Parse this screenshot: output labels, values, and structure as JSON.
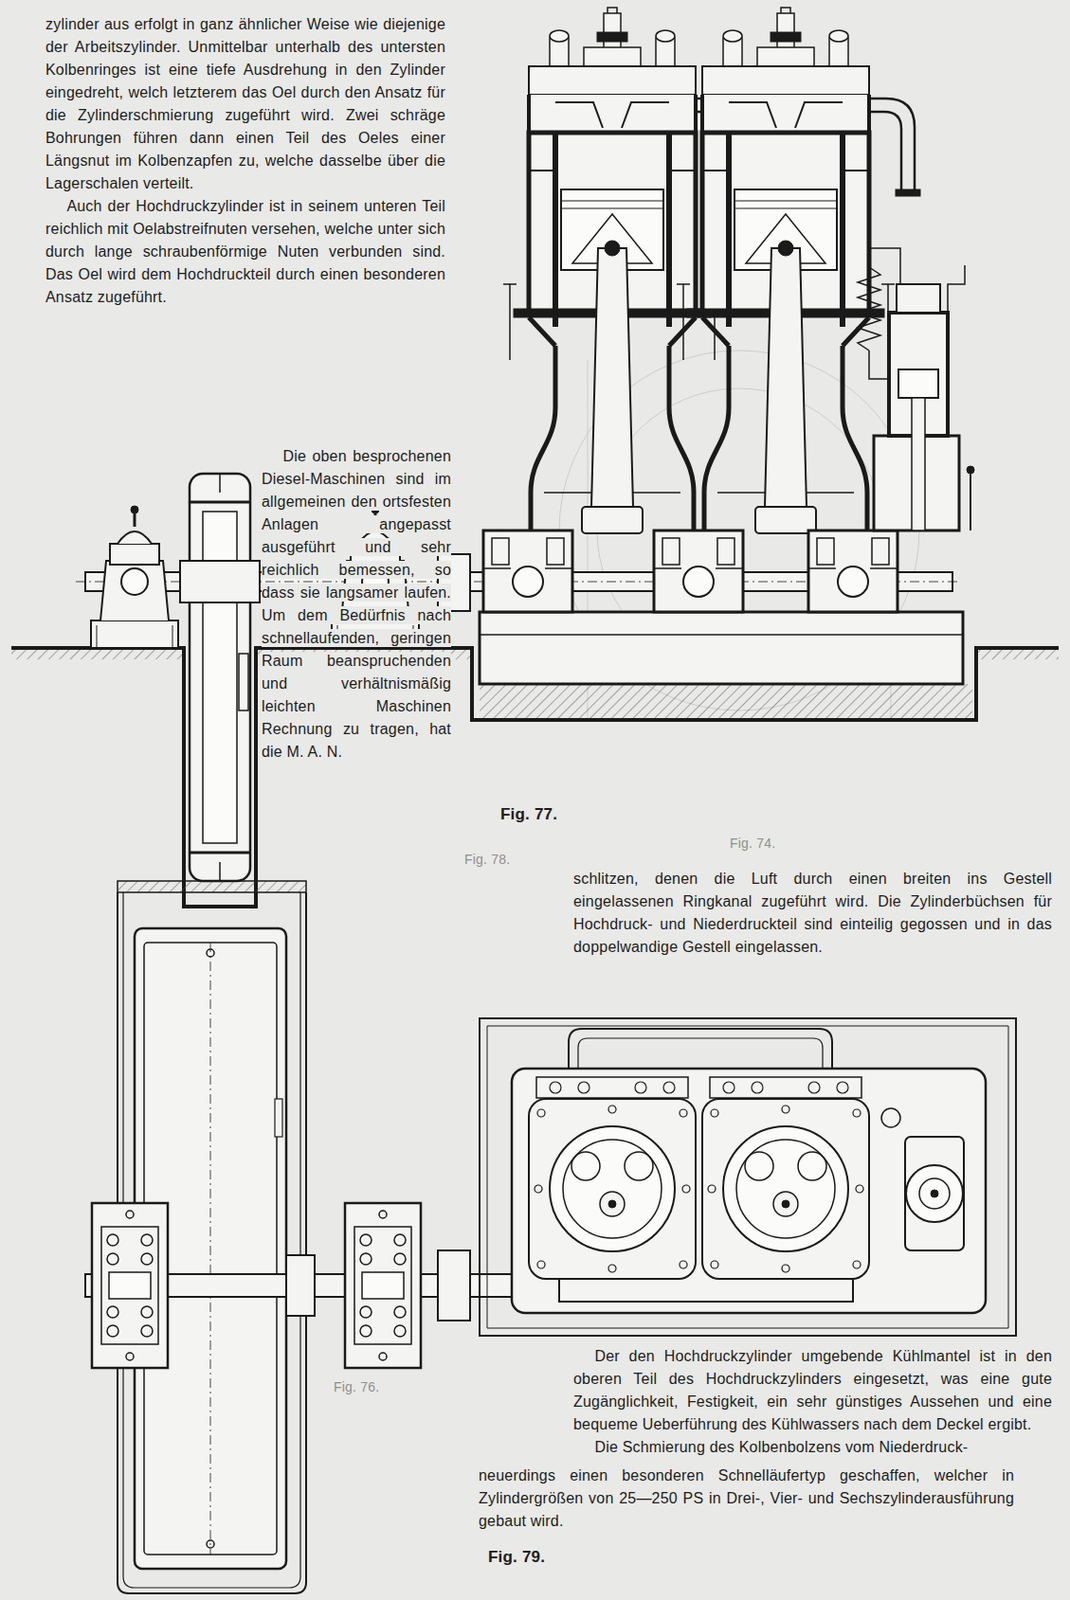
{
  "diagram": {
    "labels": [
      "zylinder aus erfolgt in ganz ähnlicher Weise wie diejenige der Arbeitszylinder. Unmittelbar unterhalb des untersten Kolbenringes ist eine tiefe Ausdrehung in den Zylinder eingedreht, welch letzterem das Oel durch den Ansatz für die Zylinderschmierung zugeführt wird. Zwei schräge Bohrungen führen dann einen Teil des Oeles einer Längsnut im Kolbenzapfen zu, welche dasselbe über die Lagerschalen verteilt.",
      "Auch der Hochdruckzylinder ist in seinem unteren Teil reichlich mit Oelabstreifnuten versehen, welche unter sich durch lange schraubenförmige Nuten verbunden sind. Das Oel wird dem Hochdruckteil durch einen besonderen Ansatz zugeführt.",
      "Die oben besprochenen Diesel-Maschinen sind im allgemeinen den ortsfesten Anlagen angepasst ausgeführt und sehr reichlich bemessen, so dass sie langsamer laufen. Um dem Bedürfnis nach schnellaufenden, geringen Raum beanspruchenden und verhältnismäßig leichten Maschinen Rechnung zu tragen, hat die M. A. N.",
      "Fig. 77.",
      "Fig. 78.",
      "Fig. 74.",
      "schlitzen, denen die Luft durch einen breiten ins Gestell eingelassenen Ringkanal zugeführt wird. Die Zylinderbüchsen für Hochdruck- und Niederdruckteil sind einteilig gegossen und in das doppelwandige Gestell eingelassen.",
      "Der den Hochdruckzylinder umgebende Kühlmantel ist in den oberen Teil des Hochdruckzylinders eingesetzt, was eine gute Zugänglichkeit, Festigkeit, ein sehr günstiges Aussehen und eine bequeme Ueberführung des Kühlwassers nach dem Deckel ergibt.",
      "Die Schmierung des Kolbenbolzens vom Niederdruck-",
      "Fig. 76.",
      "neuerdings einen besonderen Schnelläufertyp geschaffen, welcher in Zylindergrößen von 25—250 PS in Drei-, Vier- und Sechszylinderausführung gebaut wird.",
      "Fig. 79."
    ]
  }
}
